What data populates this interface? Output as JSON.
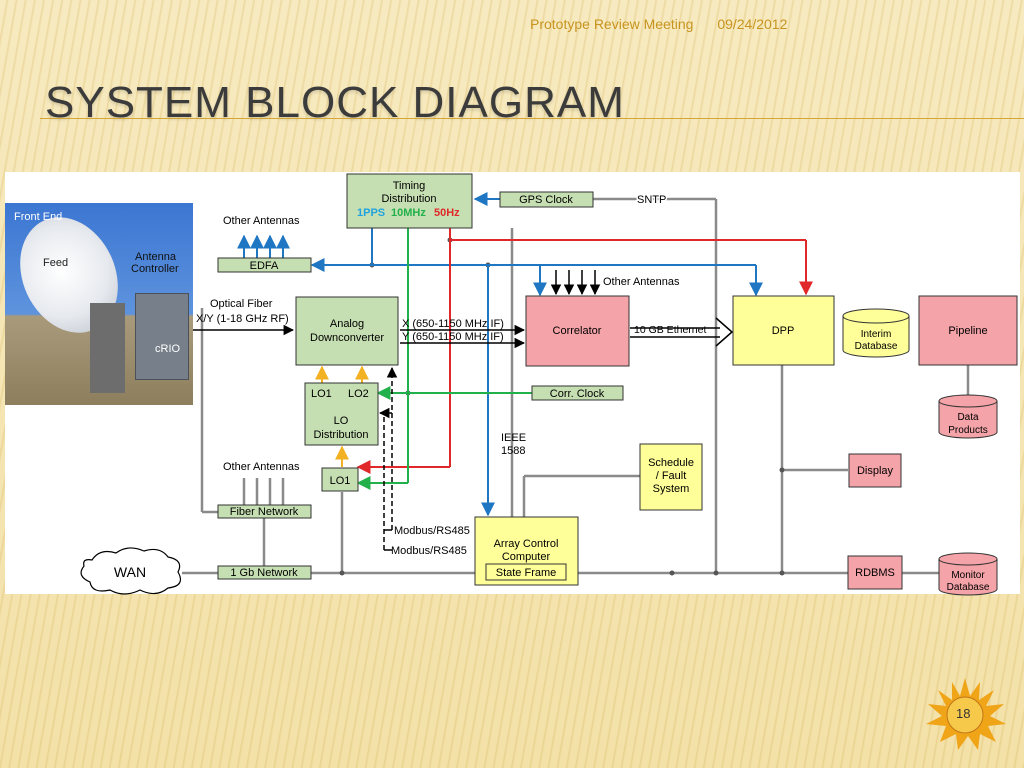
{
  "header": {
    "meeting": "Prototype Review Meeting",
    "date": "09/24/2012"
  },
  "title": "System Block Diagram",
  "slide_number": "18",
  "photo_labels": {
    "front_end": "Front End",
    "feed": "Feed",
    "antenna_controller_1": "Antenna",
    "antenna_controller_2": "Controller",
    "crio": "cRIO"
  },
  "blocks": {
    "timing_line1": "Timing",
    "timing_line2": "Distribution",
    "pps": "1PPS",
    "mhz": "10MHz",
    "hz": "50Hz",
    "gps_clock": "GPS Clock",
    "sntp": "SNTP",
    "edfa": "EDFA",
    "other_antennas_top": "Other Antennas",
    "other_antennas_corr": "Other Antennas",
    "other_antennas_fiber": "Other Antennas",
    "optical_fiber_1": "Optical Fiber",
    "optical_fiber_2": "X/Y (1-18 GHz RF)",
    "analog_1": "Analog",
    "analog_2": "Downconverter",
    "x_if": "X (650-1150 MHz IF)",
    "y_if": "Y (650-1150 MHz IF)",
    "correlator": "Correlator",
    "ethernet": "10 GB Ethernet",
    "dpp": "DPP",
    "interim_1": "Interim",
    "interim_2": "Database",
    "pipeline": "Pipeline",
    "data_products_1": "Data",
    "data_products_2": "Products",
    "lo1_label": "LO1",
    "lo2_label": "LO2",
    "lo_dist_1": "LO",
    "lo_dist_2": "Distribution",
    "corr_clock": "Corr. Clock",
    "ieee_1": "IEEE",
    "ieee_2": "1588",
    "lo1_box": "LO1",
    "schedule_1": "Schedule",
    "schedule_2": "/ Fault",
    "schedule_3": "System",
    "display": "Display",
    "fiber_network": "Fiber Network",
    "modbus_1": "Modbus/RS485",
    "modbus_2": "Modbus/RS485",
    "acc_1": "Array Control",
    "acc_2": "Computer",
    "state_frame": "State Frame",
    "wan": "WAN",
    "gb_network": "1 Gb Network",
    "rdbms": "RDBMS",
    "monitor_1": "Monitor",
    "monitor_2": "Database"
  },
  "colors": {
    "green_block": "#c6dfb2",
    "pink_block": "#f4a3a8",
    "yellow_block": "#ffff99",
    "blue_line": "#1f77c4",
    "green_line": "#22b04b",
    "red_line": "#e0282a",
    "orange_line": "#f2b120",
    "gray_line": "#8a8a8a"
  }
}
